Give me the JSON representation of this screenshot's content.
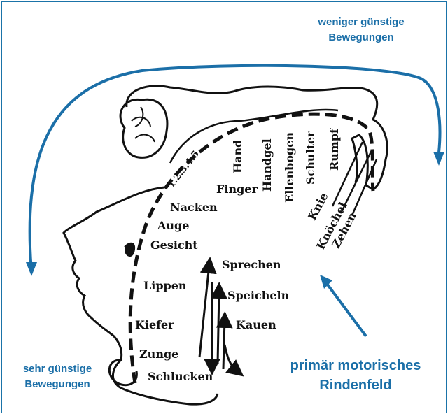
{
  "annotations": {
    "top_right": [
      "weniger günstige",
      "Bewegungen"
    ],
    "bottom_left": [
      "sehr günstige",
      "Bewegungen"
    ],
    "bottom_right": [
      "primär motorisches",
      "Rindenfeld"
    ]
  },
  "homunculus_labels": {
    "numbers": "1.2.3.4.5.",
    "nacken": "Nacken",
    "auge": "Auge",
    "gesicht": "Gesicht",
    "lippen": "Lippen",
    "kiefer": "Kiefer",
    "zunge": "Zunge",
    "schlucken": "Schlucken",
    "finger": "Finger",
    "hand": "Hand",
    "handgel": "Handgel",
    "ellenbogen": "Ellenbogen",
    "schulter": "Schulter",
    "rumpf": "Rumpf",
    "knie": "Knie",
    "knoechel": "Knöchel",
    "zehen": "Zehen",
    "sprechen": "Sprechen",
    "speicheln": "Speicheln",
    "kauen": "Kauen"
  },
  "colors": {
    "accent": "#1b6fa8",
    "ink": "#111111",
    "border": "#1a73a8"
  }
}
